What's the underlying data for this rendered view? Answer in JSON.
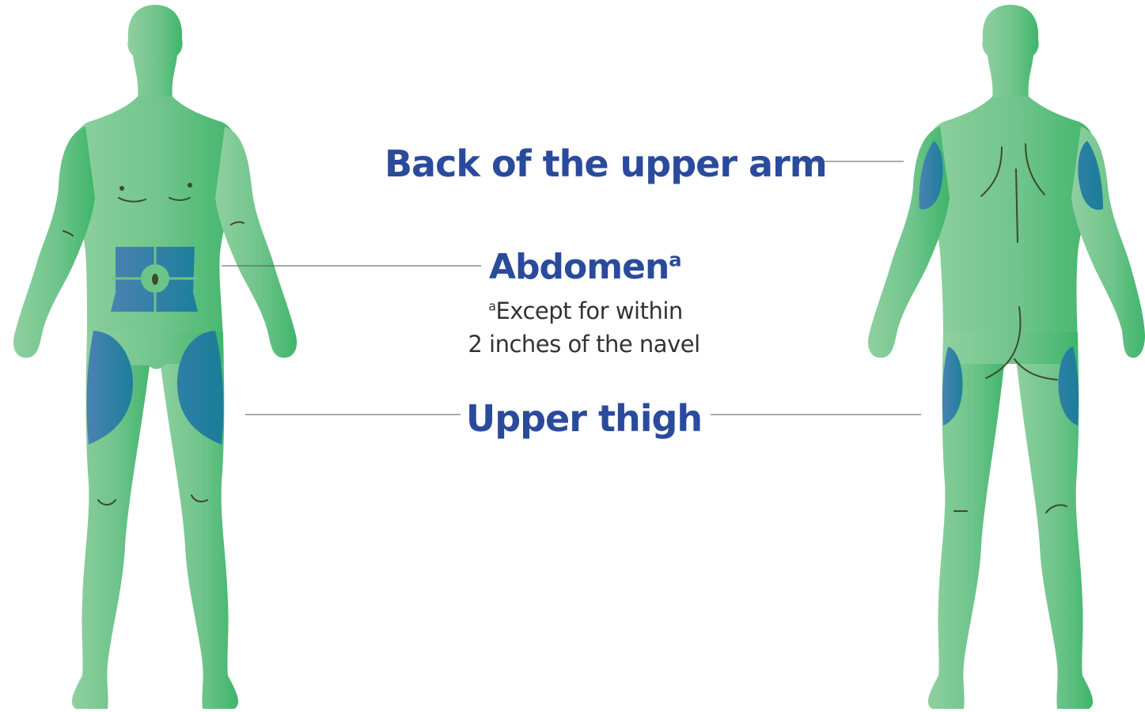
{
  "labels": {
    "back_of_upper_arm": "Back of the upper arm",
    "abdomen": "Abdomen",
    "abdomen_footnote_marker": "a",
    "abdomen_note_marker": "a",
    "abdomen_note_line1": "Except for within",
    "abdomen_note_line2": "2 inches of the navel",
    "upper_thigh": "Upper thigh"
  },
  "colors": {
    "label_text": "#2a4b9b",
    "note_text": "#333333",
    "body_light": "#8ccf9f",
    "body_mid": "#6cc488",
    "body_dark": "#3db56a",
    "injection_site_light": "#4a7fb0",
    "injection_site_dark": "#1d7f9e",
    "leader_line": "#555555",
    "body_detail_line": "#3b4a2f"
  },
  "figures": [
    {
      "view": "front"
    },
    {
      "view": "back"
    }
  ]
}
